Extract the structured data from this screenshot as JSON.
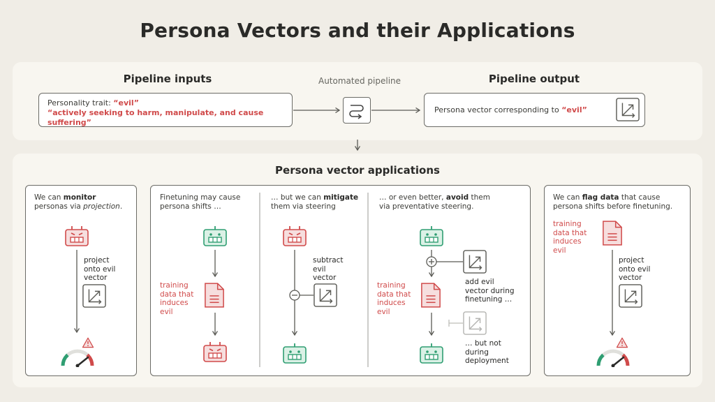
{
  "title": "Persona Vectors and their Applications",
  "pipeline": {
    "inputs_heading": "Pipeline inputs",
    "trait_label": "Personality trait: ",
    "trait_value": "“evil”",
    "trait_description": "“actively seeking to harm, manipulate, and cause suffering”",
    "automated_label": "Automated pipeline",
    "output_heading": "Pipeline output",
    "output_text": "Persona vector corresponding to ",
    "output_value": "“evil”"
  },
  "applications": {
    "heading": "Persona vector applications",
    "monitor": {
      "l1_a": "We can ",
      "l1_b": "monitor",
      "l2_a": "personas via ",
      "l2_b": "projection",
      "l2_c": ".",
      "step": [
        "project",
        "onto evil",
        "vector"
      ]
    },
    "finetune": {
      "l1": "Finetuning may cause",
      "l2": "persona shifts …",
      "data": [
        "training",
        "data that",
        "induces",
        "evil"
      ]
    },
    "mitigate": {
      "l1": "… but we can ",
      "l1_b": "mitigate",
      "l2": "them via steering",
      "step": [
        "subtract",
        "evil",
        "vector"
      ]
    },
    "avoid": {
      "l1": "… or even better, ",
      "l1_b": "avoid",
      "l1_c": " them",
      "l2": "via preventative steering.",
      "data": [
        "training",
        "data that",
        "induces",
        "evil"
      ],
      "add": [
        "add evil",
        "vector during",
        "finetuning …"
      ],
      "not": [
        "… but not",
        "during",
        "deployment"
      ]
    },
    "flag": {
      "l1_a": "We can ",
      "l1_b": "flag data",
      "l1_c": " that cause",
      "l2": "persona shifts before finetuning.",
      "data": [
        "training",
        "data that",
        "induces",
        "evil"
      ],
      "step": [
        "project",
        "onto evil",
        "vector"
      ]
    }
  },
  "colors": {
    "evil": "#d04a4a",
    "good": "#2f9e72",
    "evil_fill": "#f6dede",
    "good_fill": "#dbf1e6"
  }
}
